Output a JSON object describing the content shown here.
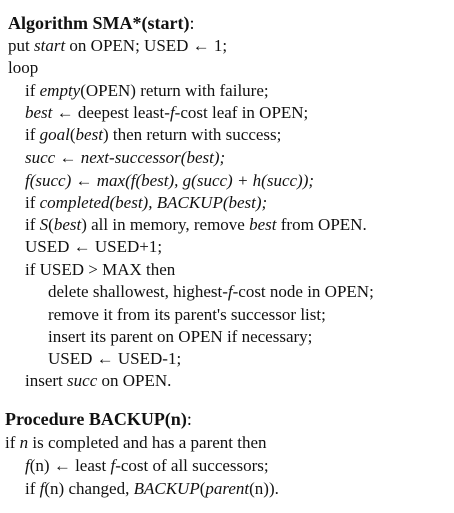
{
  "algorithm": {
    "keyword": "Algorithm",
    "name": "SMA*(start)",
    "colon": ":",
    "init_put": "put",
    "init_start": "start",
    "init_rest": "on OPEN; USED ← 1;",
    "loop_kw": "loop",
    "l1_if": "if",
    "l1_empty": "empty",
    "l1_rest": "(OPEN) return with failure;",
    "l2_best": "best",
    "l2_arrow": "← deepest least-",
    "l2_f": "f",
    "l2_rest": "-cost leaf in OPEN;",
    "l3_if": "if",
    "l3_goal": "goal",
    "l3_paren_open": "(",
    "l3_best": "best",
    "l3_rest": ") then return with success;",
    "l4_succ": "succ",
    "l4_arrow": "←",
    "l4_expr": "next-successor(best);",
    "l5_expr": "f(succ) ← max(f(best), g(succ) + h(succ));",
    "l6_if": "if",
    "l6_completed": "completed",
    "l6_paren_best": "(best),",
    "l6_backup": "BACKUP",
    "l6_paren_best2": "(best);",
    "l7_if": "if",
    "l7_s": "S",
    "l7_paren_open": "(",
    "l7_best": "best",
    "l7_mid": ") all in memory, remove",
    "l7_best2": "best",
    "l7_rest": "from OPEN.",
    "l8_text": "USED ← USED+1;",
    "l9_text": "if USED > MAX then",
    "l10_pre": "delete shallowest, highest-",
    "l10_f": "f",
    "l10_rest": "-cost node in OPEN;",
    "l11_text": "remove it from its parent's successor list;",
    "l12_text": "insert its parent on OPEN if necessary;",
    "l13_text": "USED ← USED-1;",
    "l14_insert": "insert",
    "l14_succ": "succ",
    "l14_rest": "on OPEN."
  },
  "procedure": {
    "keyword": "Procedure",
    "name": "BACKUP(n)",
    "colon": ":",
    "p1_if": "if",
    "p1_n": "n",
    "p1_rest": "is completed and has a parent then",
    "p2_f": "f",
    "p2_n": "(n)",
    "p2_arrow": "← least",
    "p2_f2": "f",
    "p2_rest": "-cost of all successors;",
    "p3_if": "if",
    "p3_f": "f",
    "p3_n": "(n)",
    "p3_mid": "changed,",
    "p3_backup": "BACKUP",
    "p3_paren": "(",
    "p3_parent": "parent",
    "p3_n2": "(n)",
    "p3_rest": ")."
  }
}
